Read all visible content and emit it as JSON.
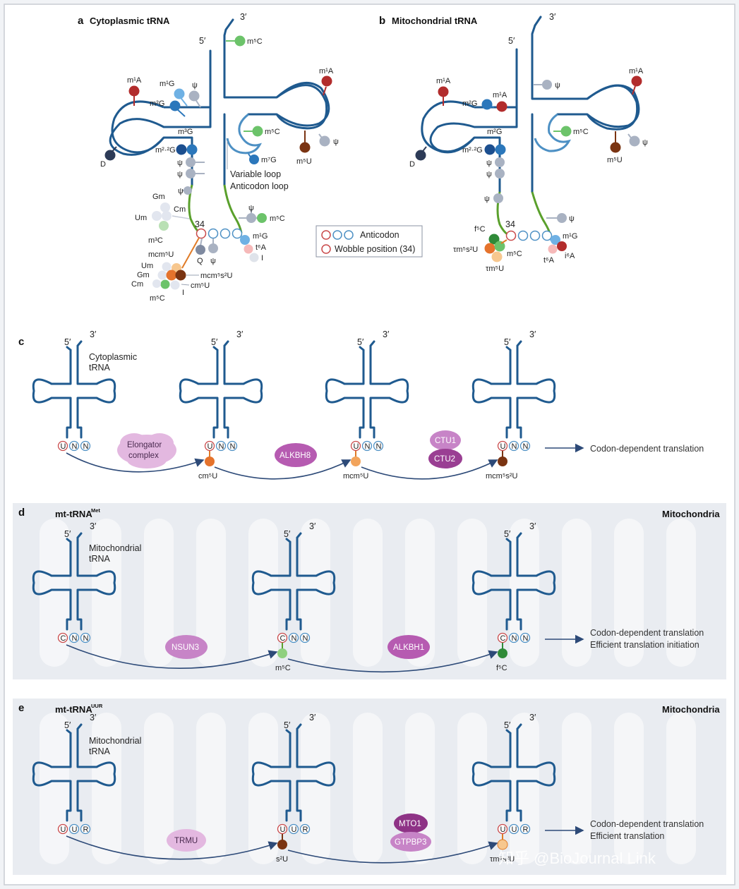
{
  "colors": {
    "trna": "#1f5a8f",
    "var_loop": "#4d90c4",
    "anticodon_stem": "#5aa02c",
    "orange_link": "#e07b27",
    "red": "#b22c2c",
    "lightblue": "#6fb1e4",
    "blue": "#2b77bb",
    "darkblue": "#1c4f8f",
    "navy": "#2d3b57",
    "gray": "#a9b2c2",
    "green": "#6cc36a",
    "darkgreen": "#2f8a38",
    "brown": "#7a3412",
    "orange": "#e5732c",
    "peach": "#f7c78e",
    "pink": "#f6b9b9",
    "enzyme_light": "#e3b8e0",
    "enzyme_mid": "#c784c7",
    "enzyme_dark": "#9a3f93",
    "mito_bg": "#e9ecf1"
  },
  "panel_a": {
    "letter": "a",
    "title": "Cytoplasmic tRNA",
    "end5": "5′",
    "end3": "3′",
    "mods": {
      "m5C_acc": "m⁵C",
      "m1A_d": "m¹A",
      "m1G": "m¹G",
      "psi_d": "ψ",
      "m2G": "m²G",
      "D": "D",
      "m3G": "m³G",
      "m22G": "m²·²G",
      "psi_stem1": "ψ",
      "psi_stem2": "ψ",
      "m5C_var": "m⁵C",
      "m7G": "m⁷G",
      "m1A_t": "m¹A",
      "m5U": "m⁵U",
      "psi_t": "ψ",
      "psi_ac": "ψ",
      "Gm": "Gm",
      "Cm": "Cm",
      "Um": "Um",
      "m3C": "m³C",
      "psi_r": "ψ",
      "m5C_r": "m⁵C",
      "m1G_r": "m¹G",
      "t6A": "t⁶A",
      "I_r": "I",
      "Q": "Q",
      "psi_q": "ψ",
      "mcm5U": "mcm⁵U",
      "Um2": "Um",
      "Gm2": "Gm",
      "Cm2": "Cm",
      "mcm5s2U": "mcm⁵s²U",
      "cm5U": "cm⁵U",
      "m5C_b": "m⁵C",
      "I_b": "I",
      "pos34": "34"
    },
    "variable_loop": "Variable loop",
    "anticodon_loop": "Anticodon loop"
  },
  "panel_b": {
    "letter": "b",
    "title": "Mitochondrial tRNA",
    "end5": "5′",
    "end3": "3′",
    "mods": {
      "psi_acc": "ψ",
      "m1A_d": "m¹A",
      "m2G": "m²G",
      "m1A_d2": "m¹A",
      "D": "D",
      "m2G_s": "m²G",
      "m22G": "m²·²G",
      "psi1": "ψ",
      "psi2": "ψ",
      "psi3": "ψ",
      "m5C_var": "m⁵C",
      "m1A_t": "m¹A",
      "m5U": "m⁵U",
      "psi_t": "ψ",
      "psi_r": "ψ",
      "f5C": "f⁵C",
      "tm5s2U": "τm⁵s²U",
      "tm5U": "τm⁵U",
      "m5C_b": "m⁵C",
      "m1G": "m¹G",
      "t6A": "t⁶A",
      "i6A": "i⁶A",
      "pos34": "34"
    }
  },
  "legend": {
    "anticodon": "Anticodon",
    "wobble": "Wobble position (34)"
  },
  "panel_c": {
    "letter": "c",
    "trna_label_1": "Cytoplasmic",
    "trna_label_2": "tRNA",
    "end5": "5′",
    "end3": "3′",
    "codon": [
      "U",
      "N",
      "N"
    ],
    "enzymes": [
      "Elongator",
      "complex",
      "ALKBH8",
      "CTU1",
      "CTU2"
    ],
    "products": [
      "cm⁵U",
      "mcm⁵U",
      "mcm⁵s²U"
    ],
    "outcome": "Codon-dependent translation"
  },
  "panel_d": {
    "letter": "d",
    "title": "mt-tRNA",
    "title_sup": "Met",
    "location": "Mitochondria",
    "trna_label_1": "Mitochondrial",
    "trna_label_2": "tRNA",
    "end5": "5′",
    "end3": "3′",
    "codon": [
      "C",
      "N",
      "N"
    ],
    "enzymes": [
      "NSUN3",
      "ALKBH1"
    ],
    "products": [
      "m⁵C",
      "f⁵C"
    ],
    "outcome_1": "Codon-dependent translation",
    "outcome_2": "Efficient translation initiation"
  },
  "panel_e": {
    "letter": "e",
    "title": "mt-tRNA",
    "title_sup": "UUR",
    "location": "Mitochondria",
    "trna_label_1": "Mitochondrial",
    "trna_label_2": "tRNA",
    "end5": "5′",
    "end3": "3′",
    "codon": [
      "U",
      "U",
      "R"
    ],
    "enzymes": [
      "TRMU",
      "MTO1",
      "GTPBP3"
    ],
    "products": [
      "s²U",
      "τm⁵s²U"
    ],
    "outcome_1": "Codon-dependent translation",
    "outcome_2": "Efficient translation"
  },
  "watermark": "知乎 @BioJournal Link"
}
